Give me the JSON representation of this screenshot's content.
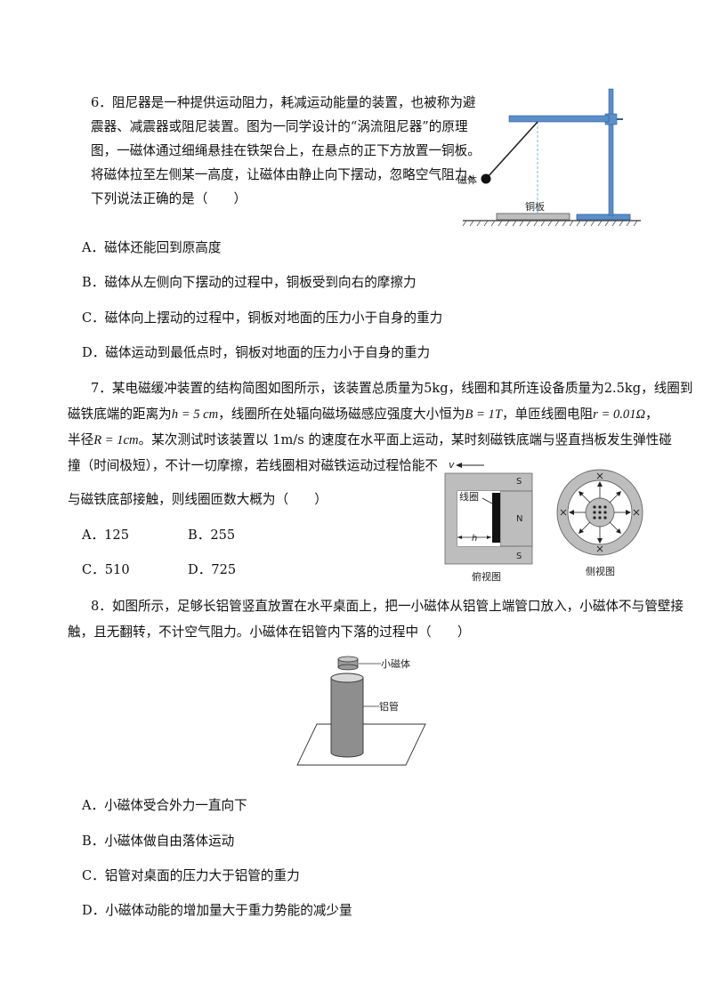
{
  "q6": {
    "lines": [
      "6．阻尼器是一种提供运动阻力，耗减运动能量的装置，也被称为避",
      "震器、减震器或阻尼装置。图为一同学设计的“涡流阻尼器”的原理",
      "图，一磁体通过细绳悬挂在铁架台上，在悬点的正下方放置一铜板。",
      "将磁体拉至左侧某一高度，让磁体由静止向下摆动，忽略空气阻力，",
      "下列说法正确的是（　　）"
    ],
    "options": [
      "A．磁体还能回到原高度",
      "B．磁体从左侧向下摆动的过程中，铜板受到向右的摩擦力",
      "C．磁体向上摆动的过程中，铜板对地面的压力小于自身的重力",
      "D．磁体运动到最低点时，铜板对地面的压力小于自身的重力"
    ],
    "fig": {
      "magnet_label": "磁体",
      "plate_label": "铜板"
    }
  },
  "q7": {
    "l1": "7．某电磁缓冲装置的结构简图如图所示，该装置总质量为5kg，线圈和其所连设备质量为2.5kg，线圈到",
    "l2a": "磁铁底端的距离为",
    "l2b": "，线圈所在处辐向磁场磁感应强度大小恒为",
    "l2c": "，单匝线圈电阻",
    "l2d": "，",
    "l3a": "半径",
    "l3b": "。某次测试时该装置以 1m/s 的速度在水平面上运动，某时刻磁铁底端与竖直挡板发生弹性碰",
    "l4": "撞（时间极短），不计一切摩擦，若线圈相对磁铁运动过程恰能不",
    "l5": "与磁铁底部接触，则线圈匝数大概为（　　）",
    "math": {
      "h": "h = 5 cm",
      "B": "B = 1T",
      "r": "r = 0.01Ω",
      "R": "R = 1cm"
    },
    "options": {
      "A": "A．125",
      "B": "B．255",
      "C": "C．510",
      "D": "D．725"
    },
    "fig": {
      "v": "v",
      "coil": "线圈",
      "s_top": "S",
      "n": "N",
      "s_bottom": "S",
      "h": "h",
      "top_view": "俯视图",
      "side_view": "侧视图"
    }
  },
  "q8": {
    "l1": "8．如图所示，足够长铝管竖直放置在水平桌面上，把一小磁体从铝管上端管口放入，小磁体不与管壁接",
    "l2": "触，且无翻转，不计空气阻力。小磁体在铝管内下落的过程中（　　）",
    "options": [
      "A．小磁体受合外力一直向下",
      "B．小磁体做自由落体运动",
      "C．铝管对桌面的压力大于铝管的重力",
      "D．小磁体动能的增加量大于重力势能的减少量"
    ],
    "fig": {
      "magnet": "小磁体",
      "tube": "铝管"
    }
  }
}
